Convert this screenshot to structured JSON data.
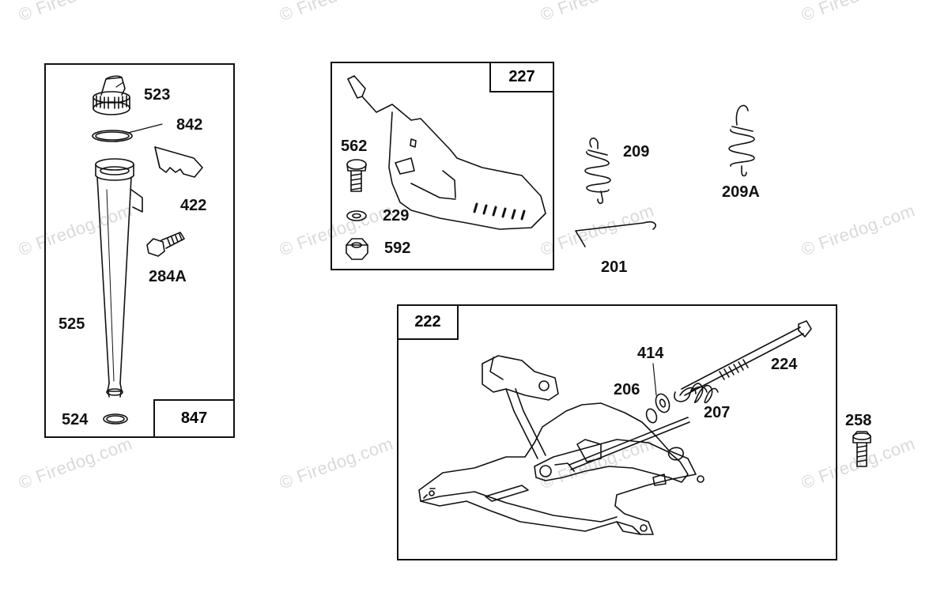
{
  "watermark": {
    "text": "© Firedog.com",
    "color": "#d9d9d9"
  },
  "panels": {
    "left": {
      "tag": "847"
    },
    "center": {
      "tag": "227"
    },
    "bottom": {
      "tag": "222"
    }
  },
  "part_labels": {
    "p523": "523",
    "p842": "842",
    "p422": "422",
    "p284A": "284A",
    "p525": "525",
    "p524": "524",
    "p562": "562",
    "p229": "229",
    "p592": "592",
    "p209": "209",
    "p209A": "209A",
    "p201": "201",
    "p414": "414",
    "p206": "206",
    "p224": "224",
    "p207": "207",
    "p258": "258"
  },
  "icons": {
    "dipstick-tube": "dipstick-tube-icon",
    "cap": "cap-icon",
    "o-ring": "o-ring-icon",
    "clip": "clip-icon",
    "screw": "screw-icon",
    "bracket": "bracket-icon",
    "spring": "spring-icon",
    "link-rod": "link-rod-icon",
    "control-plate": "control-plate-icon",
    "washer": "washer-icon",
    "nut": "nut-icon"
  }
}
